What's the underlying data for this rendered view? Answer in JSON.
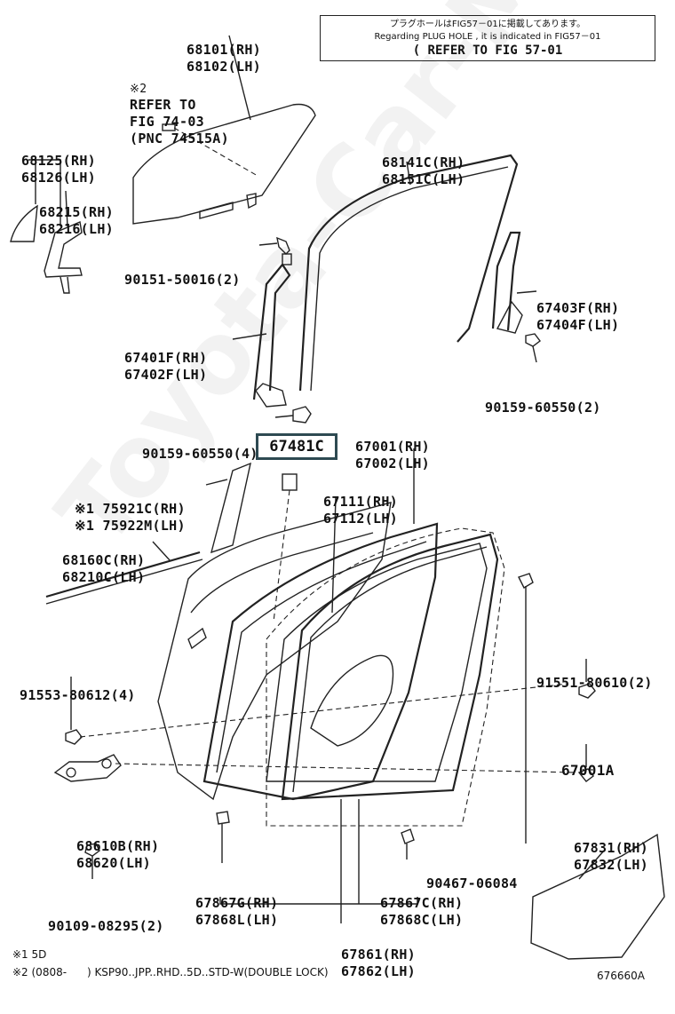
{
  "note": {
    "japanese": "プラグホールはFIG57－01に掲載してあります。",
    "english": "Regarding PLUG HOLE , it is indicated in FIG57－01",
    "reference": "( REFER TO FIG 57-01"
  },
  "highlight_part": "67481C",
  "labels": {
    "p68101": "68101(RH)",
    "p68102": "68102(LH)",
    "refer_mark": "※2",
    "refer_line1": "REFER TO",
    "refer_line2": "FIG 74-03",
    "refer_line3": "(PNC 74515A)",
    "p68125": "68125(RH)",
    "p68126": "68126(LH)",
    "p68215": "68215(RH)",
    "p68216": "68216(LH)",
    "p90151": "90151-50016(2)",
    "p68141c": "68141C(RH)",
    "p68151c": "68151C(LH)",
    "p67403f": "67403F(RH)",
    "p67404f": "67404F(LH)",
    "p90159a": "90159-60550(2)",
    "p67401f": "67401F(RH)",
    "p67402f": "67402F(LH)",
    "p90159b": "90159-60550(4)",
    "p67001": "67001(RH)",
    "p67002": "67002(LH)",
    "p75921c": "※1 75921C(RH)",
    "p75922m": "※1 75922M(LH)",
    "p67111": "67111(RH)",
    "p67112": "67112(LH)",
    "p68160c": "68160C(RH)",
    "p68210c": "68210C(LH)",
    "p91553": "91553-80612(4)",
    "p91551": "91551-80610(2)",
    "p67001a": "67001A",
    "p68610b": "68610B(RH)",
    "p68620": "68620(LH)",
    "p90109": "90109-08295(2)",
    "p67831": "67831(RH)",
    "p67832": "67832(LH)",
    "p90467": "90467-06084",
    "p67867g": "67867G(RH)",
    "p67868l": "67868L(LH)",
    "p67867c": "67867C(RH)",
    "p67868c": "67868C(LH)",
    "p67861": "67861(RH)",
    "p67862": "67862(LH)"
  },
  "footnotes": {
    "note1": "※1 5D",
    "note2": "※2 (0808-      ) KSP90..JPP..RHD..5D..STD-W(DOUBLE LOCK)"
  },
  "figure_id": "676660A",
  "watermark": "Toyota-Car-Mine.ru"
}
